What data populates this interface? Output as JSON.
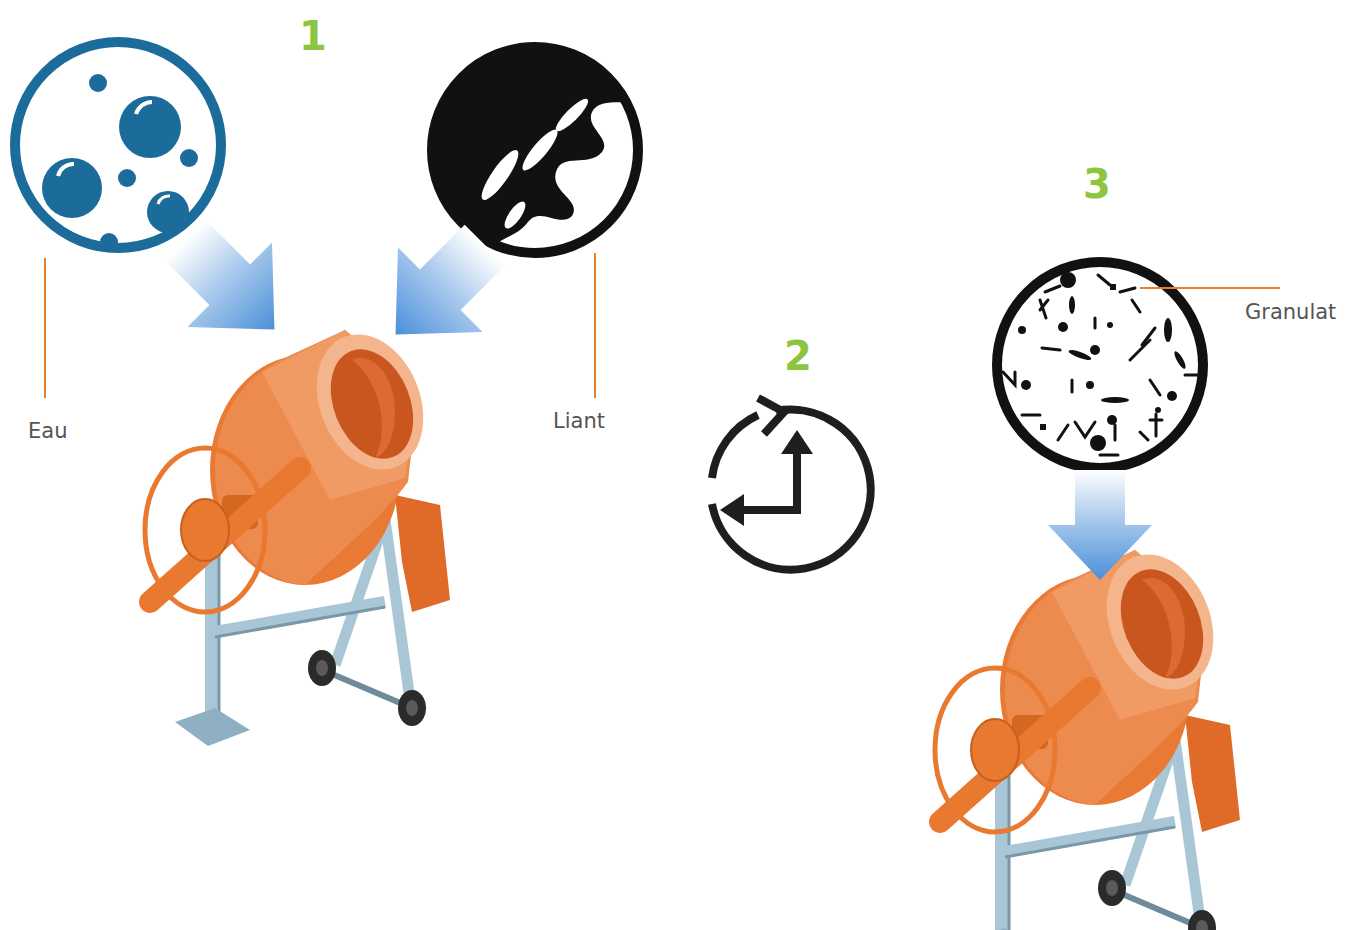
{
  "diagram": {
    "labels": [
      "1",
      "Eau",
      "Liant",
      "2",
      "3",
      "Granulat"
    ]
  }
}
